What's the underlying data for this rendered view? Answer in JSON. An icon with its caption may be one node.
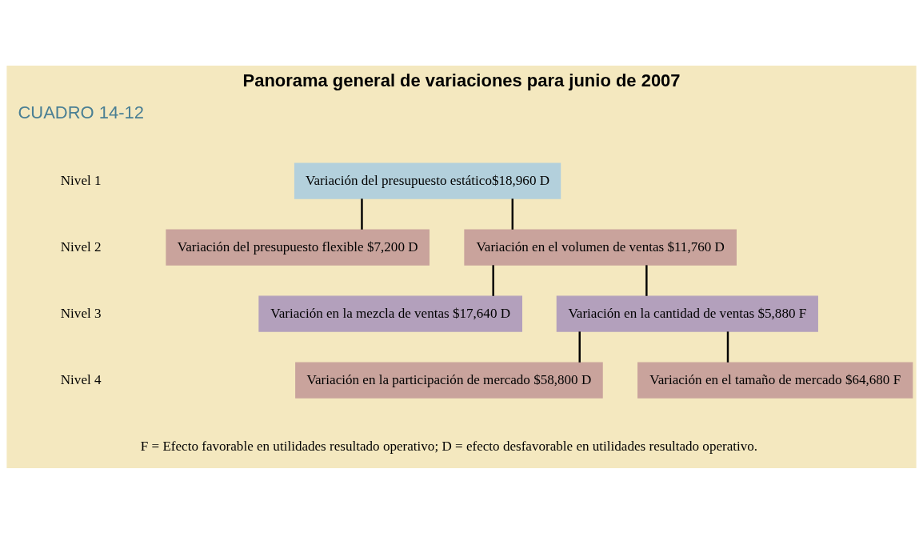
{
  "diagram": {
    "title": "Panorama general de variaciones para junio de 2007",
    "caption": "F = Efecto favorable en utilidades resultado operativo; D = efecto desfavorable en utilidades resultado operativo.",
    "nodes": [
      {
        "text": [
          "Variación del presupuesto estático$18,960 D"
        ]
      },
      {
        "text": [
          "Variación del presupuesto flexible $7,200 D"
        ]
      },
      {
        "text": [
          "Variación en el volumen de ventas $11,760 D"
        ]
      },
      {
        "text": [
          "Variación en la mezcla de ventas $17,640 D"
        ]
      },
      {
        "text": [
          "Variación en la cantidad de ventas $5,880 F"
        ]
      },
      {
        "text": [
          "Variación en la participación de mercado $58,800 D"
        ]
      },
      {
        "text": [
          "Variación en el tamaño de mercado $64,680 F"
        ]
      }
    ],
    "edges": [
      {
        "from": 0,
        "to": 1,
        "arrow": "none"
      },
      {
        "from": 0,
        "to": 2,
        "arrow": "none"
      },
      {
        "from": 2,
        "to": 3,
        "arrow": "none"
      },
      {
        "from": 2,
        "to": 4,
        "arrow": "none"
      },
      {
        "from": 4,
        "to": 5,
        "arrow": "none"
      },
      {
        "from": 4,
        "to": 6,
        "arrow": "none"
      }
    ],
    "labels": [
      "CUADRO 14-12",
      "Nivel 1",
      "Nivel 2",
      "Nivel 3",
      "Nivel 4"
    ]
  }
}
